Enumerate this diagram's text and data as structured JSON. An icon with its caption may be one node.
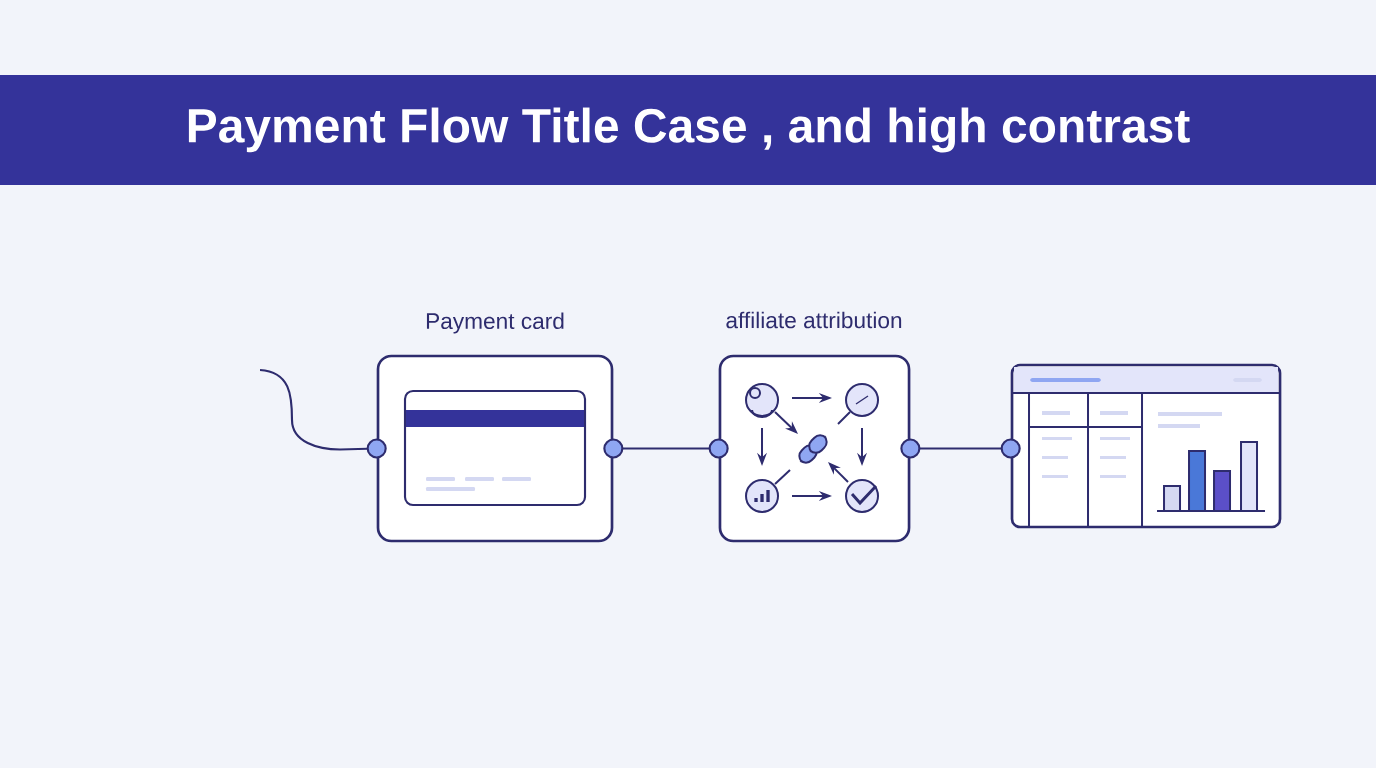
{
  "diagram": {
    "title": "Payment Flow Title Case , and high contrast",
    "nodes": [
      {
        "text": [
          "Payment card"
        ]
      },
      {
        "text": [
          "affiliate attribution"
        ]
      },
      {
        "text": [],
        "shape": "picture"
      }
    ],
    "edges": [
      {
        "from": null,
        "to": 0,
        "arrow": "other"
      },
      {
        "from": 0,
        "to": 1,
        "arrow": "other"
      },
      {
        "from": 1,
        "to": 2,
        "arrow": "other"
      }
    ]
  }
}
